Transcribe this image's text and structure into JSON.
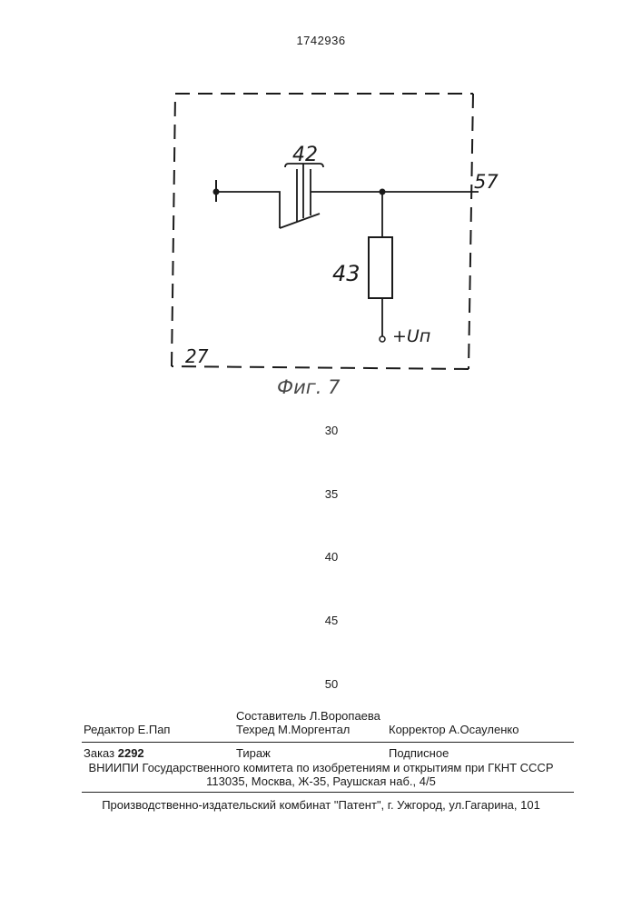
{
  "header": {
    "patent_number": "1742936"
  },
  "figure": {
    "labels": {
      "transistor": "42",
      "output_node": "57",
      "resistor": "43",
      "supply": "+Uп",
      "block": "27"
    },
    "caption": "Фиг. 7"
  },
  "line_numbers": [
    "30",
    "35",
    "40",
    "45",
    "50"
  ],
  "imprint": {
    "compiler": "Составитель Л.Воропаева",
    "editor": "Редактор Е.Пап",
    "tech_editor": "Техред М.Моргентал",
    "proofreader": "Корректор  А.Осауленко",
    "order_label": "Заказ",
    "order_number": "2292",
    "circulation": "Тираж",
    "subscription": "Подписное",
    "institute": "ВНИИПИ Государственного комитета по изобретениям и открытиям при ГКНТ СССР",
    "address": "113035, Москва, Ж-35, Раушская наб., 4/5",
    "publisher": "Производственно-издательский комбинат \"Патент\", г. Ужгород, ул.Гагарина, 101"
  }
}
